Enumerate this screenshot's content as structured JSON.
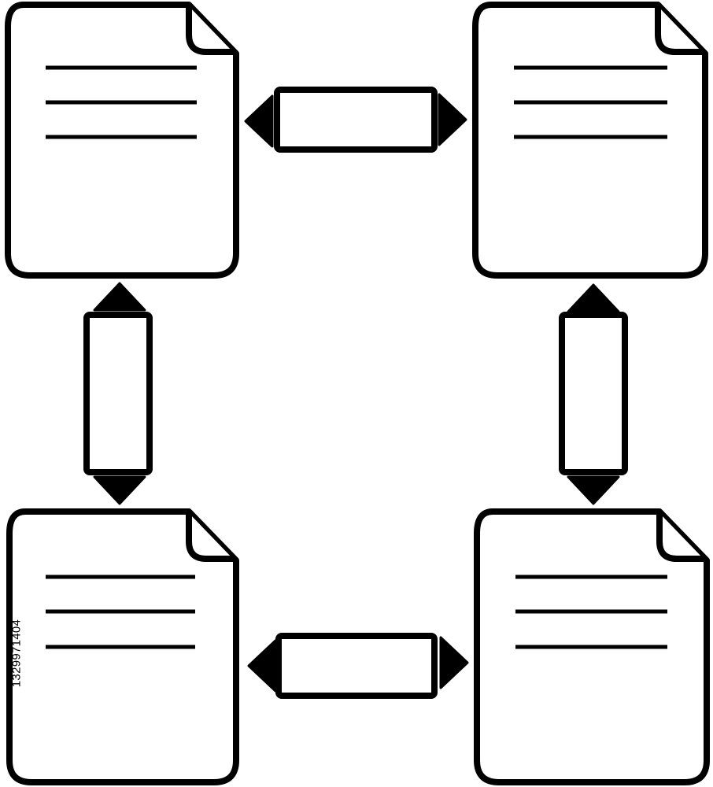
{
  "colors": {
    "stroke": "#000000",
    "background": "#ffffff"
  },
  "documents": [
    {
      "name": "document-top-left",
      "icon": "document-icon",
      "text_lines": 3
    },
    {
      "name": "document-top-right",
      "icon": "document-icon",
      "text_lines": 3
    },
    {
      "name": "document-bottom-left",
      "icon": "document-icon",
      "text_lines": 3
    },
    {
      "name": "document-bottom-right",
      "icon": "document-icon",
      "text_lines": 3
    }
  ],
  "connectors": [
    {
      "name": "connector-top",
      "from": "document-top-left",
      "to": "document-top-right",
      "direction": "horizontal",
      "icon": "double-arrow-icon"
    },
    {
      "name": "connector-left",
      "from": "document-top-left",
      "to": "document-bottom-left",
      "direction": "vertical",
      "icon": "double-arrow-icon"
    },
    {
      "name": "connector-right",
      "from": "document-top-right",
      "to": "document-bottom-right",
      "direction": "vertical",
      "icon": "double-arrow-icon"
    },
    {
      "name": "connector-bottom",
      "from": "document-bottom-left",
      "to": "document-bottom-right",
      "direction": "horizontal",
      "icon": "double-arrow-icon"
    }
  ],
  "watermark": {
    "id_text": "1329971404"
  }
}
